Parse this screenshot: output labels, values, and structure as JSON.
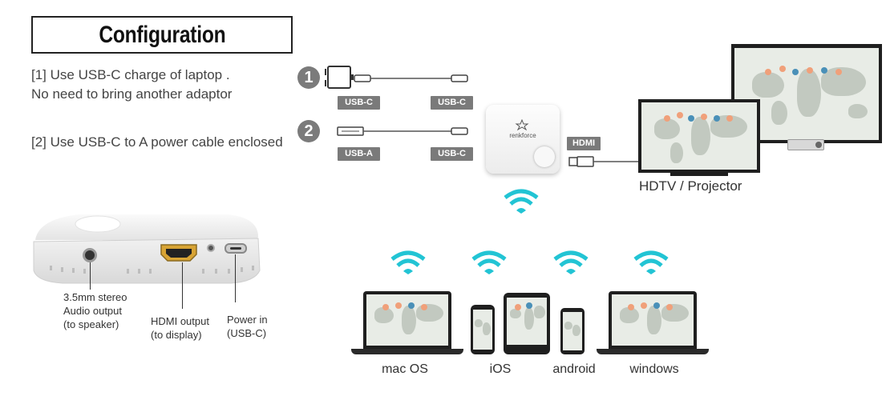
{
  "title": "Configuration",
  "notes": {
    "line1": "[1] Use USB-C charge of laptop .",
    "line2": "No need to bring another adaptor",
    "line3": "[2] Use USB-C to A power cable enclosed"
  },
  "steps": {
    "step1": "1",
    "step2": "2"
  },
  "tags": {
    "usb_c_charger": "USB-C",
    "usb_c_end_1": "USB-C",
    "usb_a": "USB-A",
    "usb_c_end_2": "USB-C",
    "hdmi": "HDMI"
  },
  "device": {
    "brand": "renkforce"
  },
  "display_caption": "HDTV / Projector",
  "ports": {
    "audio": [
      "3.5mm stereo",
      "Audio output",
      "(to speaker)"
    ],
    "hdmi": [
      "HDMI output",
      "(to display)"
    ],
    "power": [
      "Power in",
      "(USB-C)"
    ]
  },
  "os_labels": [
    "mac OS",
    "iOS",
    "android",
    "windows"
  ],
  "colors": {
    "wifi": "#22c4d4",
    "tag_gray": "#7a7a7a",
    "pin_orange": "#f0a07a",
    "pin_blue": "#4a90b8"
  }
}
